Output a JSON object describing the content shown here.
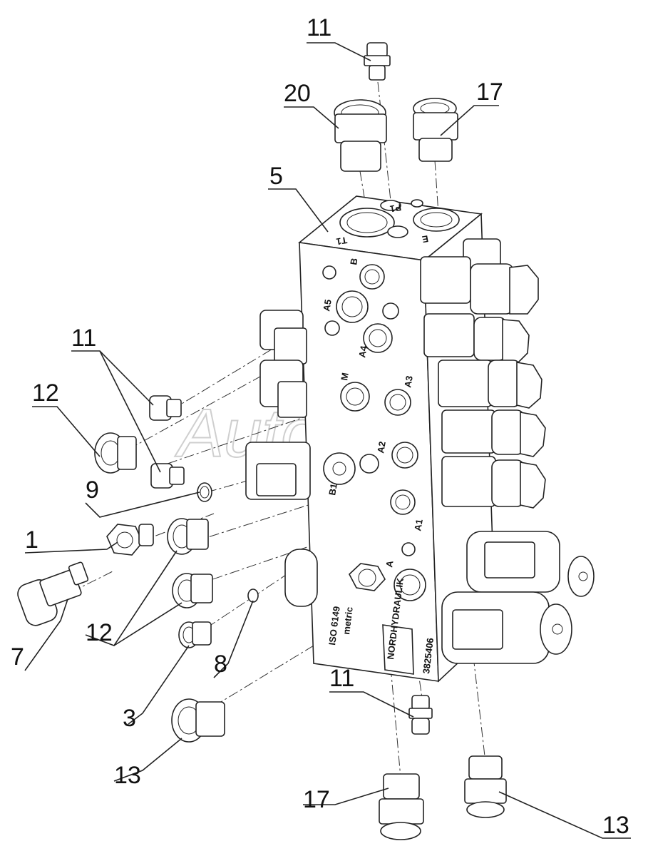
{
  "watermark": "AutoSoft",
  "block": {
    "ports": [
      "B",
      "A5",
      "A4",
      "M",
      "A3",
      "A2",
      "B1",
      "A1",
      "A",
      "T1",
      "E",
      "P1"
    ],
    "side_text_1": "ISO 6149",
    "side_text_2": "metric",
    "serial": "3825406",
    "plate_text": "NORDHYDRAULIK"
  },
  "callouts": [
    {
      "id": "c11a",
      "label": "11"
    },
    {
      "id": "c20",
      "label": "20"
    },
    {
      "id": "c17a",
      "label": "17"
    },
    {
      "id": "c5",
      "label": "5"
    },
    {
      "id": "c11b",
      "label": "11"
    },
    {
      "id": "c12a",
      "label": "12"
    },
    {
      "id": "c9",
      "label": "9"
    },
    {
      "id": "c1",
      "label": "1"
    },
    {
      "id": "c7",
      "label": "7"
    },
    {
      "id": "c12b",
      "label": "12"
    },
    {
      "id": "c8",
      "label": "8"
    },
    {
      "id": "c3",
      "label": "3"
    },
    {
      "id": "c13a",
      "label": "13"
    },
    {
      "id": "c11c",
      "label": "11"
    },
    {
      "id": "c17b",
      "label": "17"
    },
    {
      "id": "c13b",
      "label": "13"
    }
  ]
}
